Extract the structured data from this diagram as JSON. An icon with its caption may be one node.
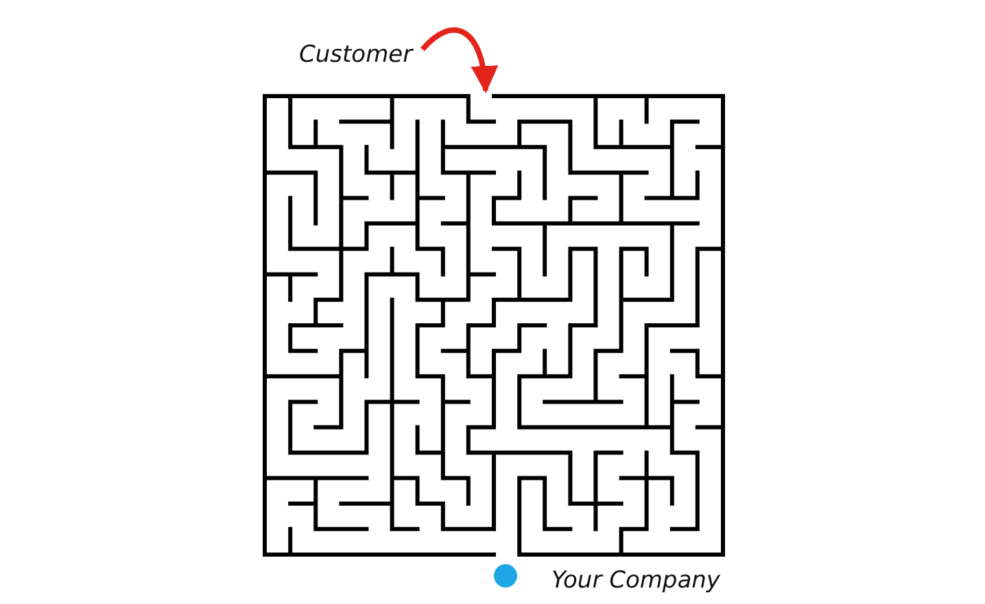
{
  "diagram": {
    "nodes": [
      {
        "text": [
          "Customer"
        ]
      },
      {
        "text": [],
        "shape": "picture"
      },
      {
        "text": [],
        "shape": "circle"
      }
    ],
    "labels": [
      "Your Company"
    ],
    "edges": [
      {
        "from": 0,
        "to": 1,
        "arrow": "to",
        "color": "#e3241b"
      }
    ]
  }
}
